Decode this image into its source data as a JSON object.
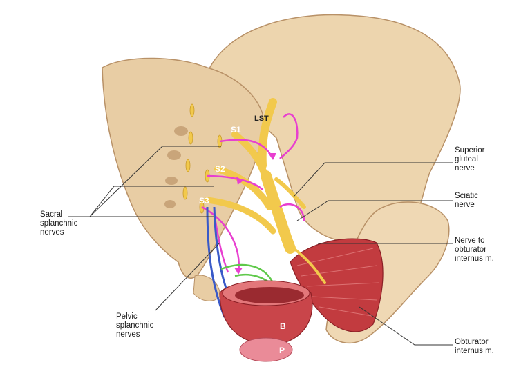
{
  "labels": {
    "superior_gluteal": [
      "Superior",
      "gluteal",
      "nerve"
    ],
    "sciatic": [
      "Sciatic",
      "nerve"
    ],
    "nerve_to_obturator": [
      "Nerve to",
      "obturator",
      "internus m."
    ],
    "obturator_internus": [
      "Obturator",
      "internus m."
    ],
    "sacral_splanchnic": [
      "Sacral",
      "splanchnic",
      "nerves"
    ],
    "pelvic_splanchnic": [
      "Pelvic",
      "splanchnic",
      "nerves"
    ]
  },
  "tags": {
    "lst": "LST",
    "s1": "S1",
    "s2": "S2",
    "s3": "S3",
    "bladder": "B",
    "prostate": "P"
  },
  "colors": {
    "bone": "#ecd3ad",
    "bone_shade": "#c9a57a",
    "nerve": "#f2c94c",
    "sympathetic": "#e83fd0",
    "parasympathetic_blue": "#3a5ac8",
    "parasympathetic_green": "#5fc94a",
    "muscle": "#b8323a",
    "bladder": "#c9454a",
    "prostate": "#e98a96"
  }
}
